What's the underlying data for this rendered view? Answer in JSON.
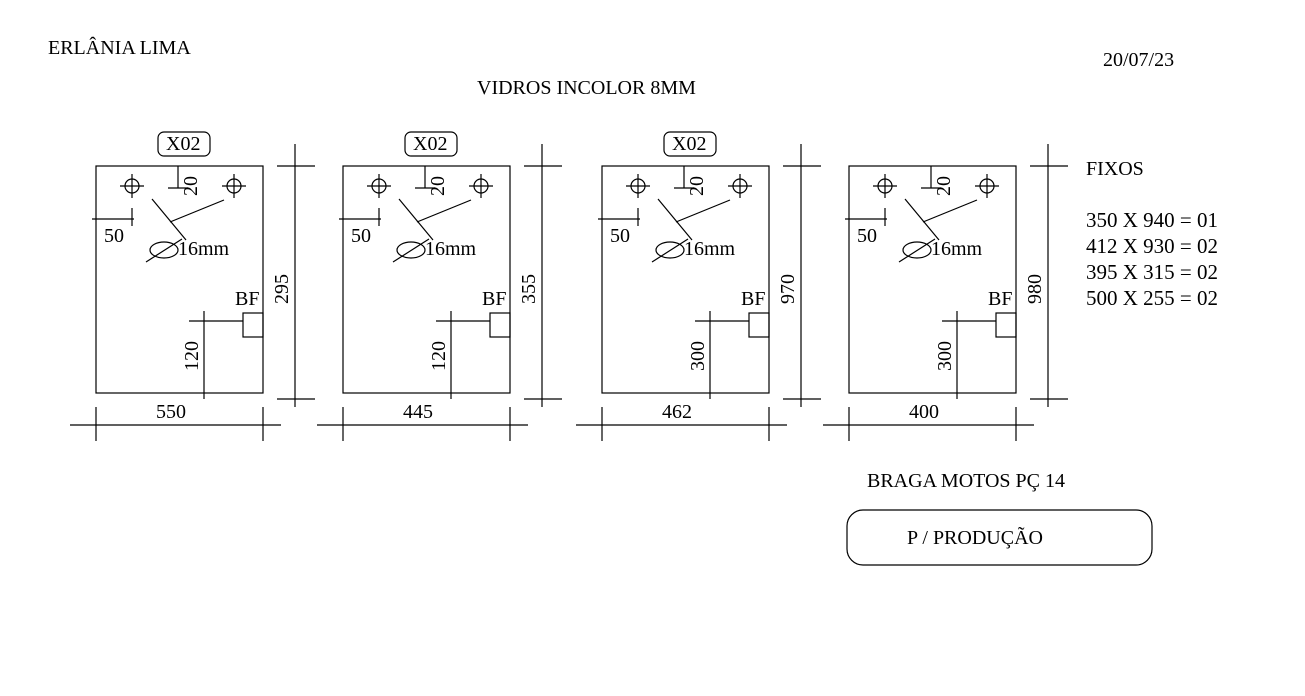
{
  "header": {
    "client": "ERLÂNIA LIMA",
    "date": "20/07/23",
    "title": "VIDROS INCOLOR 8MM"
  },
  "panels": [
    {
      "tag": "X02",
      "width_label": "550",
      "height_label": "295",
      "hole_offset_label": "20",
      "edge_offset_label": "50",
      "hole_diameter_label": "16mm",
      "lock_label": "BF",
      "lock_height_label": "120"
    },
    {
      "tag": "X02",
      "width_label": "445",
      "height_label": "355",
      "hole_offset_label": "20",
      "edge_offset_label": "50",
      "hole_diameter_label": "16mm",
      "lock_label": "BF",
      "lock_height_label": "120"
    },
    {
      "tag": "X02",
      "width_label": "462",
      "height_label": "970",
      "hole_offset_label": "20",
      "edge_offset_label": "50",
      "hole_diameter_label": "16mm",
      "lock_label": "BF",
      "lock_height_label": "300"
    },
    {
      "tag": "",
      "width_label": "400",
      "height_label": "980",
      "hole_offset_label": "20",
      "edge_offset_label": "50",
      "hole_diameter_label": "16mm",
      "lock_label": "BF",
      "lock_height_label": "300"
    }
  ],
  "fixos": {
    "title": "FIXOS",
    "items": [
      "350 X 940 = 01",
      "412 X 930 = 02",
      "395 X 315 = 02",
      "500 X 255 = 02"
    ]
  },
  "footer": {
    "company": "BRAGA MOTOS  PÇ 14",
    "stamp": "P / PRODUÇÃO"
  }
}
